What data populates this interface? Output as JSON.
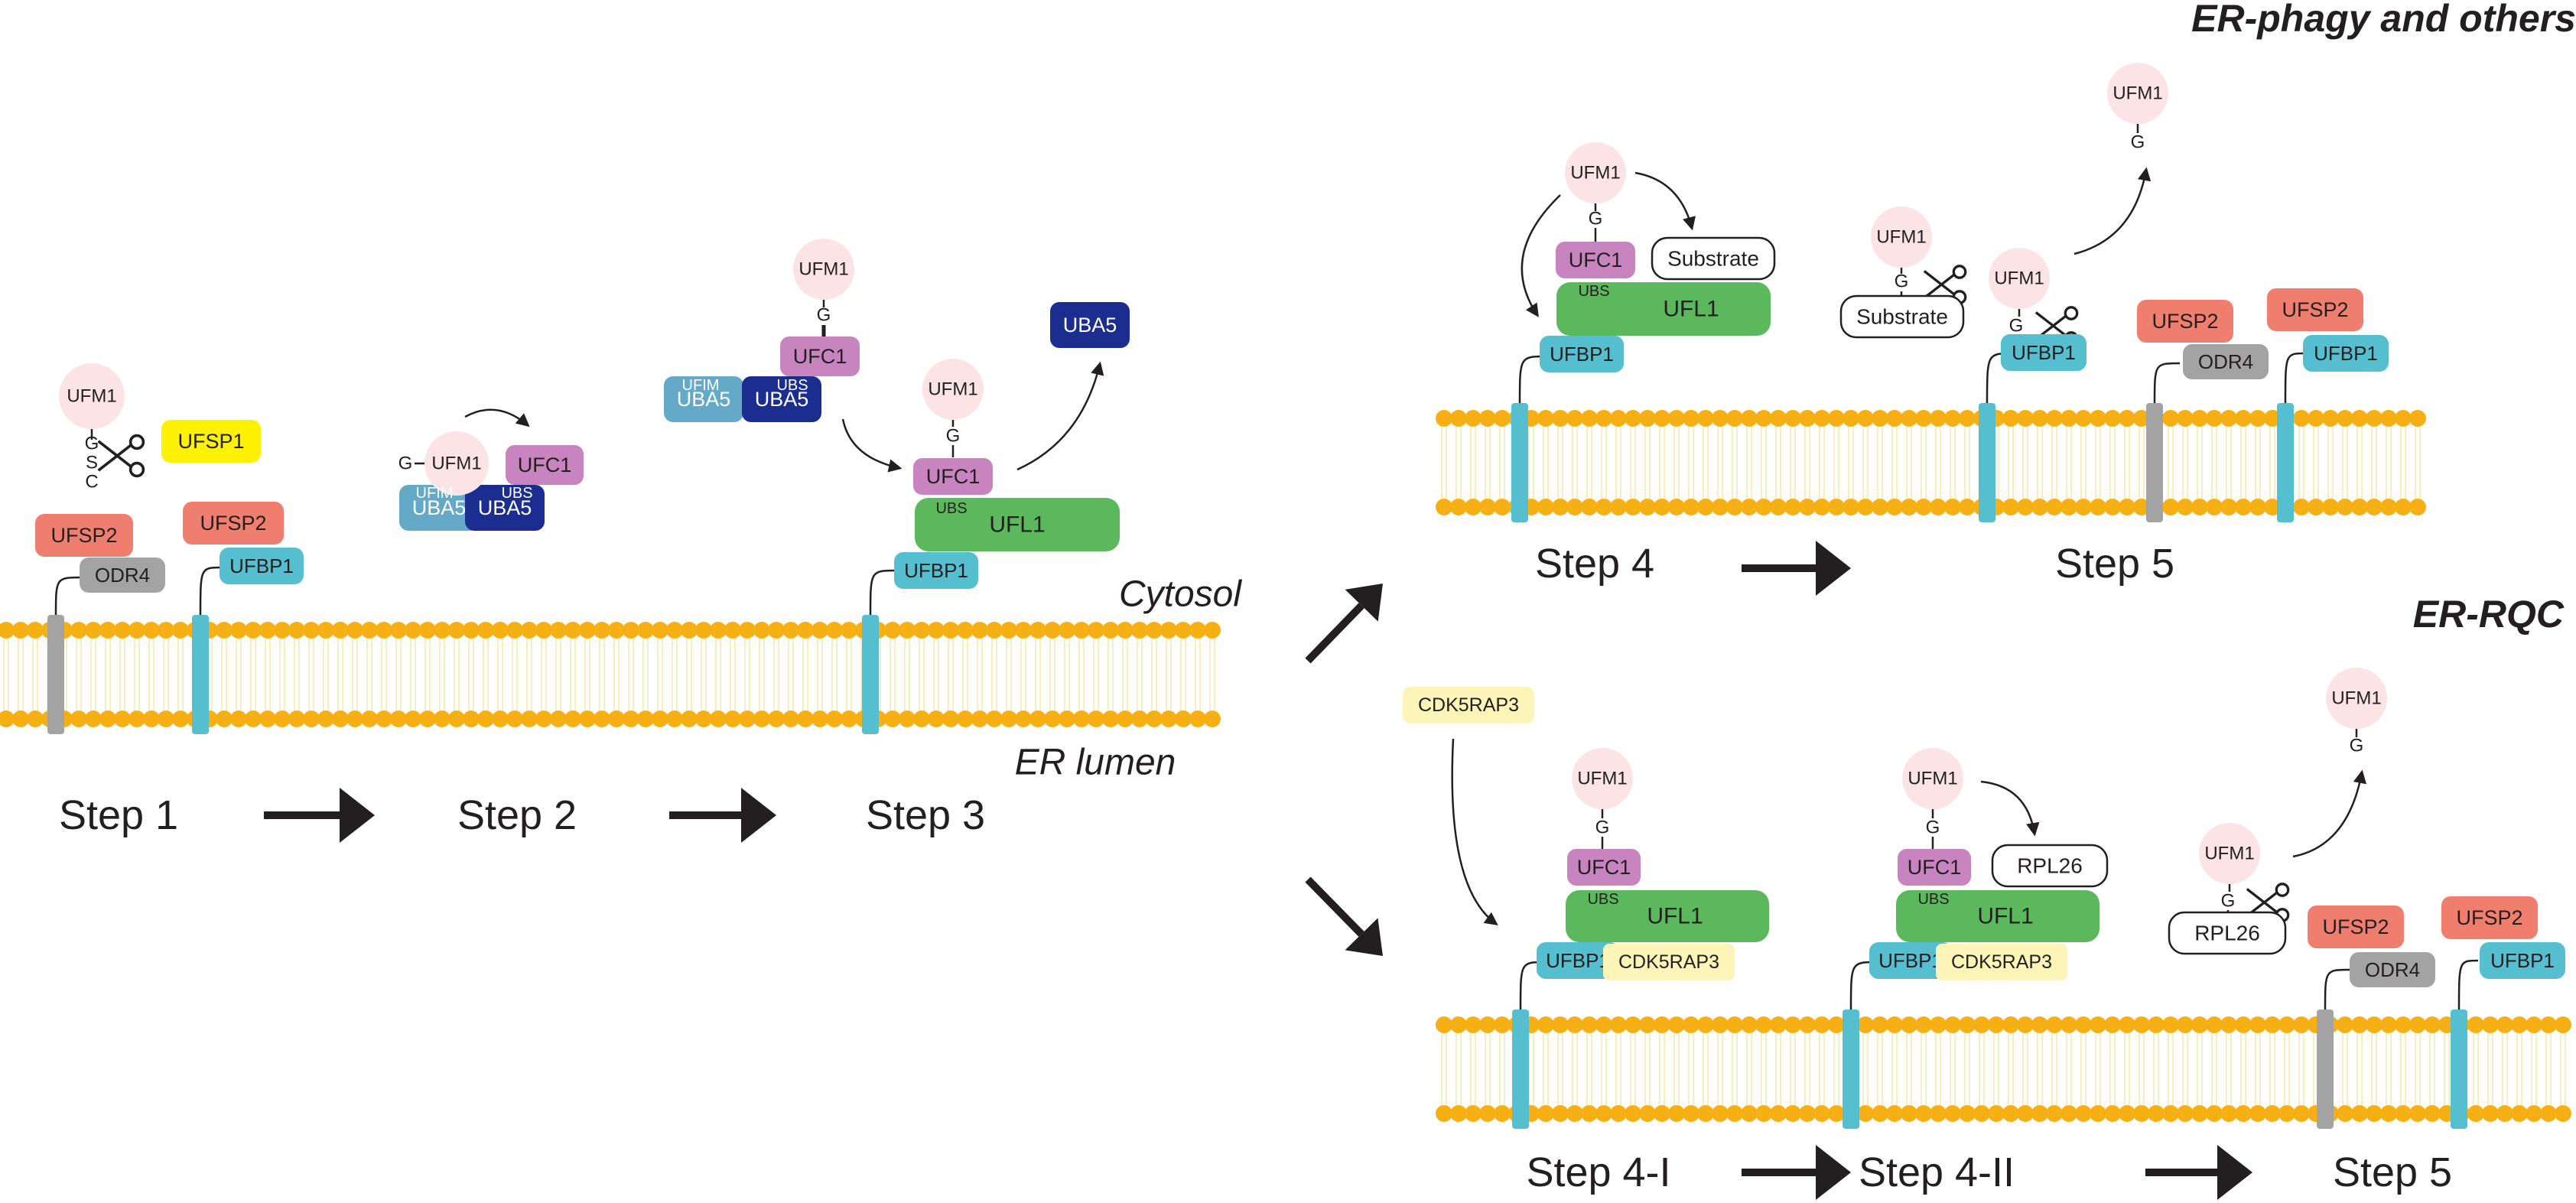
{
  "colors": {
    "ufm1": "#fce4e6",
    "ufc1": "#c784bf",
    "ufl1": "#5cb85c",
    "ufbp1": "#55bfd0",
    "ufsp2": "#f07e6e",
    "odr4": "#a3a3a3",
    "ufsp1": "#fff200",
    "uba5": "#1b2e8f",
    "ufim": "#64a9c8",
    "cdk5rap3": "#fdf5b8",
    "lipid_head": "#f7b014",
    "lipid_tail": "#f3e8a8",
    "arrow": "#231f20"
  },
  "labels": {
    "ufm1": "UFM1",
    "ufc1": "UFC1",
    "ufl1": "UFL1",
    "ufbp1": "UFBP1",
    "ufsp1": "UFSP1",
    "ufsp2": "UFSP2",
    "odr4": "ODR4",
    "uba5": "UBA5",
    "ufim": "UFIM",
    "ubs": "UBS",
    "cdk5rap3": "CDK5RAP3",
    "substrate": "Substrate",
    "rpl26": "RPL26",
    "g": "G",
    "s": "S",
    "c": "C"
  },
  "regions": {
    "cytosol": "Cytosol",
    "er_lumen": "ER lumen",
    "er_phagy": "ER-phagy and others",
    "er_rqc": "ER-RQC"
  },
  "steps": {
    "step1": "Step 1",
    "step2": "Step 2",
    "step3": "Step 3",
    "step4": "Step 4",
    "step5": "Step 5",
    "step4_1": "Step 4-I",
    "step4_2": "Step 4-II"
  },
  "icons": [
    "scissors-icon",
    "arrow-icon",
    "curved-arrow-icon"
  ]
}
